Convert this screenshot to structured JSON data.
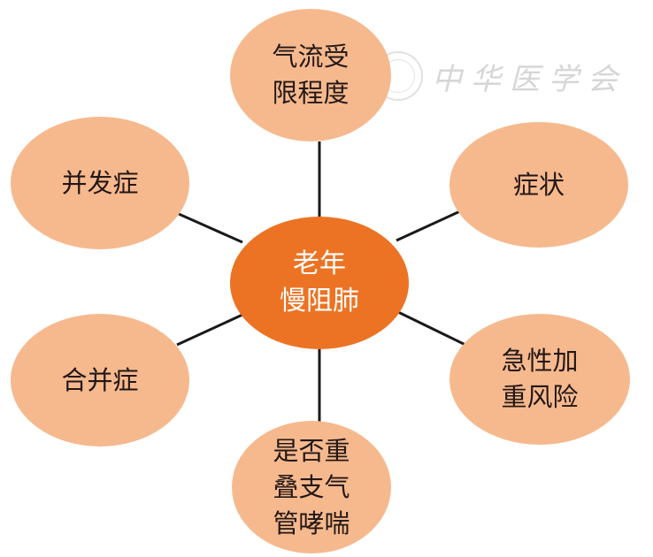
{
  "diagram": {
    "type": "hub-and-spoke",
    "center": {
      "label": "老年\n慢阻肺",
      "color": "#ec7323",
      "text_color": "#ffffff"
    },
    "nodes": [
      {
        "id": "airflow",
        "label": "气流受\n限程度"
      },
      {
        "id": "symptoms",
        "label": "症状"
      },
      {
        "id": "exacerbation-risk",
        "label": "急性加\n重风险"
      },
      {
        "id": "asthma-overlap",
        "label": "是否重\n叠支气\n管哮喘"
      },
      {
        "id": "comorbidity",
        "label": "合并症"
      },
      {
        "id": "complications",
        "label": "并发症"
      }
    ],
    "node_color": "#f6b98e",
    "node_text_color": "#231815",
    "link_color": "#1a1a1a"
  },
  "watermark": {
    "text": "中华医学会"
  }
}
